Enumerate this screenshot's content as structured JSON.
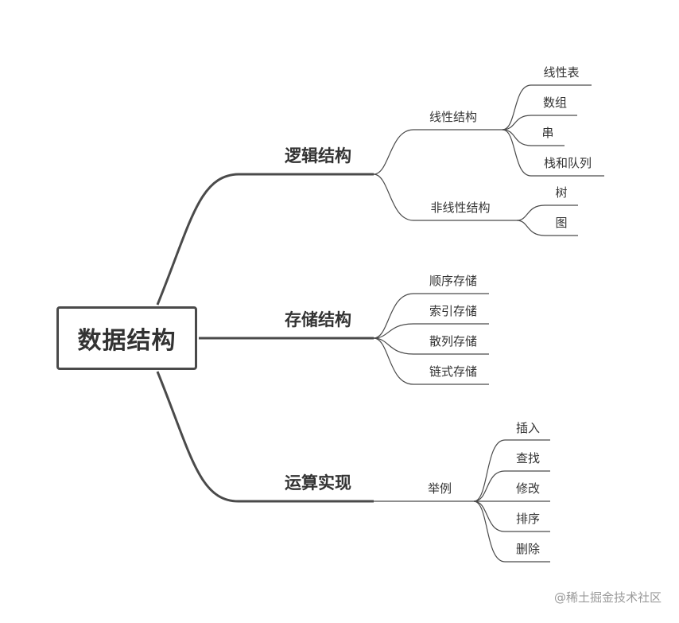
{
  "root": {
    "label": "数据结构"
  },
  "branches": [
    {
      "label": "逻辑结构",
      "children": [
        {
          "label": "线性结构",
          "leaves": [
            "线性表",
            "数组",
            "串",
            "栈和队列"
          ]
        },
        {
          "label": "非线性结构",
          "leaves": [
            "树",
            "图"
          ]
        }
      ]
    },
    {
      "label": "存储结构",
      "leaves": [
        "顺序存储",
        "索引存储",
        "散列存储",
        "链式存储"
      ]
    },
    {
      "label": "运算实现",
      "children": [
        {
          "label": "举例",
          "leaves": [
            "插入",
            "查找",
            "修改",
            "排序",
            "删除"
          ]
        }
      ]
    }
  ],
  "watermark": "@稀土掘金技术社区",
  "colors": {
    "line": "#4a4a4a",
    "text": "#333333",
    "watermark": "#9a9a9a"
  }
}
